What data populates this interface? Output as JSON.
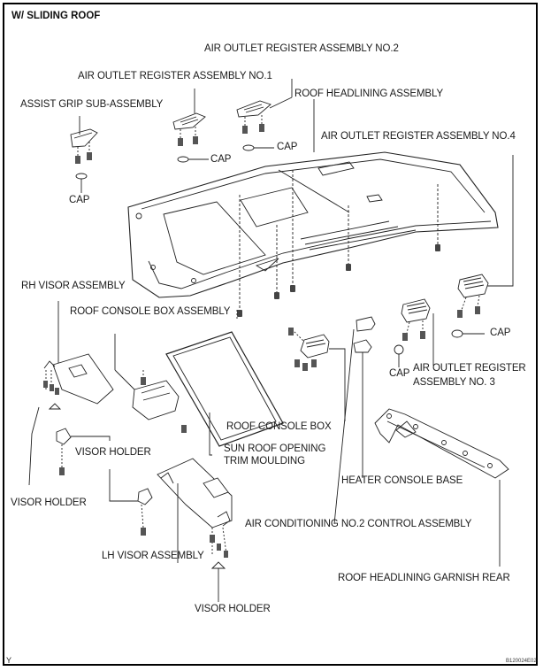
{
  "title": "W/ SLIDING ROOF",
  "labels": {
    "air_outlet_no2": "AIR OUTLET REGISTER ASSEMBLY NO.2",
    "air_outlet_no1": "AIR OUTLET REGISTER ASSEMBLY NO.1",
    "roof_headlining": "ROOF HEADLINING ASSEMBLY",
    "assist_grip": "ASSIST GRIP SUB-ASSEMBLY",
    "cap_1": "CAP",
    "cap_2": "CAP",
    "cap_grip": "CAP",
    "air_outlet_no4": "AIR OUTLET REGISTER ASSEMBLY NO.4",
    "rh_visor": "RH VISOR ASSEMBLY",
    "roof_console_box_assembly": "ROOF CONSOLE BOX ASSEMBLY",
    "cap_4": "CAP",
    "cap_3": "CAP",
    "air_outlet_no3_line1": "AIR OUTLET REGISTER",
    "air_outlet_no3_line2": "ASSEMBLY NO. 3",
    "roof_console_box": "ROOF CONSOLE BOX",
    "visor_holder_1": "VISOR HOLDER",
    "sun_roof_line1": "SUN ROOF OPENING",
    "sun_roof_line2": "TRIM MOULDING",
    "heater_console_base": "HEATER CONSOLE BASE",
    "visor_holder_2": "VISOR HOLDER",
    "air_conditioning_no2": "AIR CONDITIONING NO.2 CONTROL ASSEMBLY",
    "lh_visor": "LH VISOR ASSEMBLY",
    "roof_headlining_garnish": "ROOF HEADLINING GARNISH REAR",
    "visor_holder_3": "VISOR HOLDER"
  },
  "footer": {
    "left_mark": "Y",
    "figure_code": "B120024E02"
  }
}
